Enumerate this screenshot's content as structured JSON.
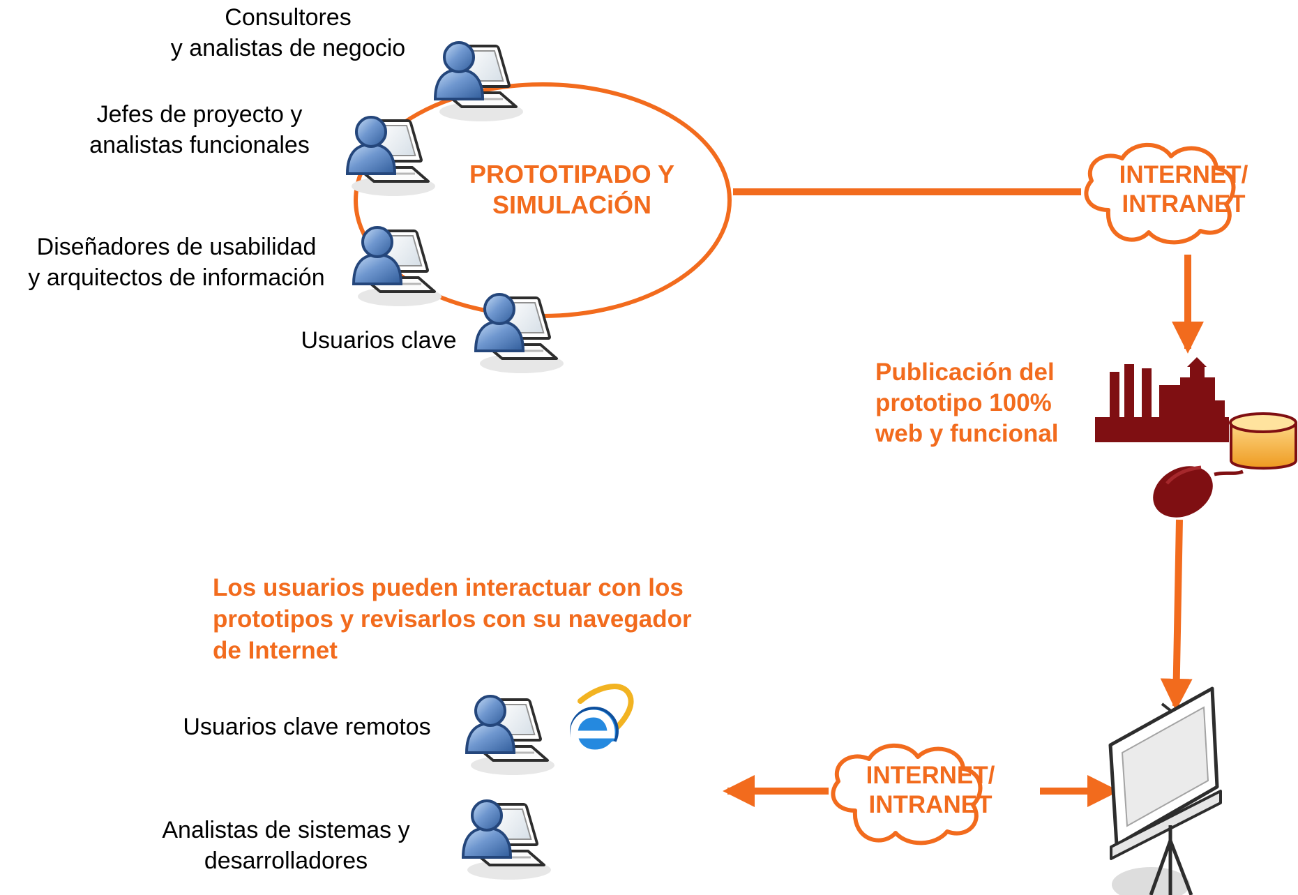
{
  "colors": {
    "accent": "#f26b1d",
    "factory": "#7f0f12",
    "user_blue": "#6f97cf",
    "text": "#000000"
  },
  "top_group": {
    "center_label": [
      "PROTOTIPADO Y",
      "SIMULACiÓN"
    ],
    "roles": [
      {
        "lines": [
          "Consultores",
          "y analistas de negocio"
        ],
        "icon": "user-laptop-icon"
      },
      {
        "lines": [
          "Jefes de proyecto y",
          "analistas funcionales"
        ],
        "icon": "user-laptop-icon"
      },
      {
        "lines": [
          "Diseñadores de usabilidad",
          "y arquitectos de información"
        ],
        "icon": "user-laptop-icon"
      },
      {
        "lines": [
          "Usuarios clave"
        ],
        "icon": "user-laptop-icon"
      }
    ]
  },
  "clouds": {
    "top": [
      "INTERNET/",
      "INTRANET"
    ],
    "bottom": [
      "INTERNET/",
      "INTRANET"
    ]
  },
  "publication": {
    "lines": [
      "Publicación del",
      "prototipo 100%",
      "web y funcional"
    ],
    "icons": [
      "factory-icon",
      "database-icon",
      "mouse-icon"
    ]
  },
  "bottom_group": {
    "description": [
      "Los usuarios pueden interactuar con los",
      "prototipos y revisarlos con su navegador",
      "de Internet"
    ],
    "roles": [
      {
        "lines": [
          "Usuarios clave remotos"
        ],
        "icon": "user-laptop-icon",
        "extra_icon": "internet-explorer-icon"
      },
      {
        "lines": [
          "Analistas de sistemas y",
          "desarrolladores"
        ],
        "icon": "user-laptop-icon"
      }
    ],
    "screen_icon": "projection-screen-icon"
  }
}
